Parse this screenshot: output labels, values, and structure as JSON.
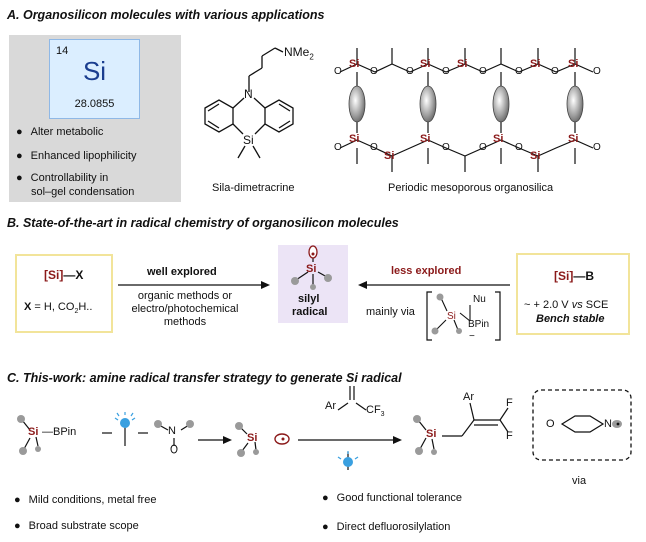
{
  "sections": {
    "a_title": "A. Organosilicon molecules with various applications",
    "b_title": "B. State-of-the-art in radical chemistry of organosilicon molecules",
    "c_title": "C. This-work: amine radical transfer strategy to generate Si radical"
  },
  "element": {
    "number": "14",
    "symbol": "Si",
    "mass": "28.0855"
  },
  "a_bullets": [
    "Alter metabolic",
    "Enhanced lipophilicity",
    "Controllability in",
    "sol–gel condensation"
  ],
  "molecules": {
    "nme2": "NMe",
    "nme2_sub": "2",
    "n": "N",
    "si": "Si",
    "sila_name": "Sila-dimetracrine",
    "pmo_name": "Periodic mesoporous organosilica",
    "o": "O"
  },
  "b": {
    "six": "[Si]",
    "six_dash": "—X",
    "x_def_pre": "X",
    "x_def": " = H, CO",
    "x_def_sub": "2",
    "x_def_post": "H..",
    "well": "well explored",
    "methods_1": "organic methods or",
    "methods_2": "electro/photochemical",
    "methods_3": "methods",
    "silyl_1": "silyl",
    "silyl_2": "radical",
    "less": "less explored",
    "mainly": "mainly via",
    "nu": "Nu",
    "bpin": "BPin",
    "minus": "−",
    "sib": "[Si]",
    "sib_dash": "—B",
    "potential": "~ + 2.0 V ",
    "vs": "vs",
    "sce": " SCE",
    "bench": "Bench stable"
  },
  "c": {
    "si_bpin": "Si",
    "bpin_label": "—BPin",
    "n": "N",
    "ar": "Ar",
    "cf3": "CF",
    "cf3_sub": "3",
    "f": "F",
    "via": "via",
    "o": "O"
  },
  "c_bullets_left": [
    "Mild conditions, metal free",
    "Broad substrate scope"
  ],
  "c_bullets_right": [
    "Good functional tolerance",
    "Direct defluorosilylation"
  ],
  "colors": {
    "si_red": "#8b1a1a",
    "tile_blue": "#dbeeff",
    "panel_gray": "#d9d9d9",
    "box_yellow": "#f2e49a",
    "purple": "#ece4f6",
    "blue_light": "#3aa0e0"
  }
}
